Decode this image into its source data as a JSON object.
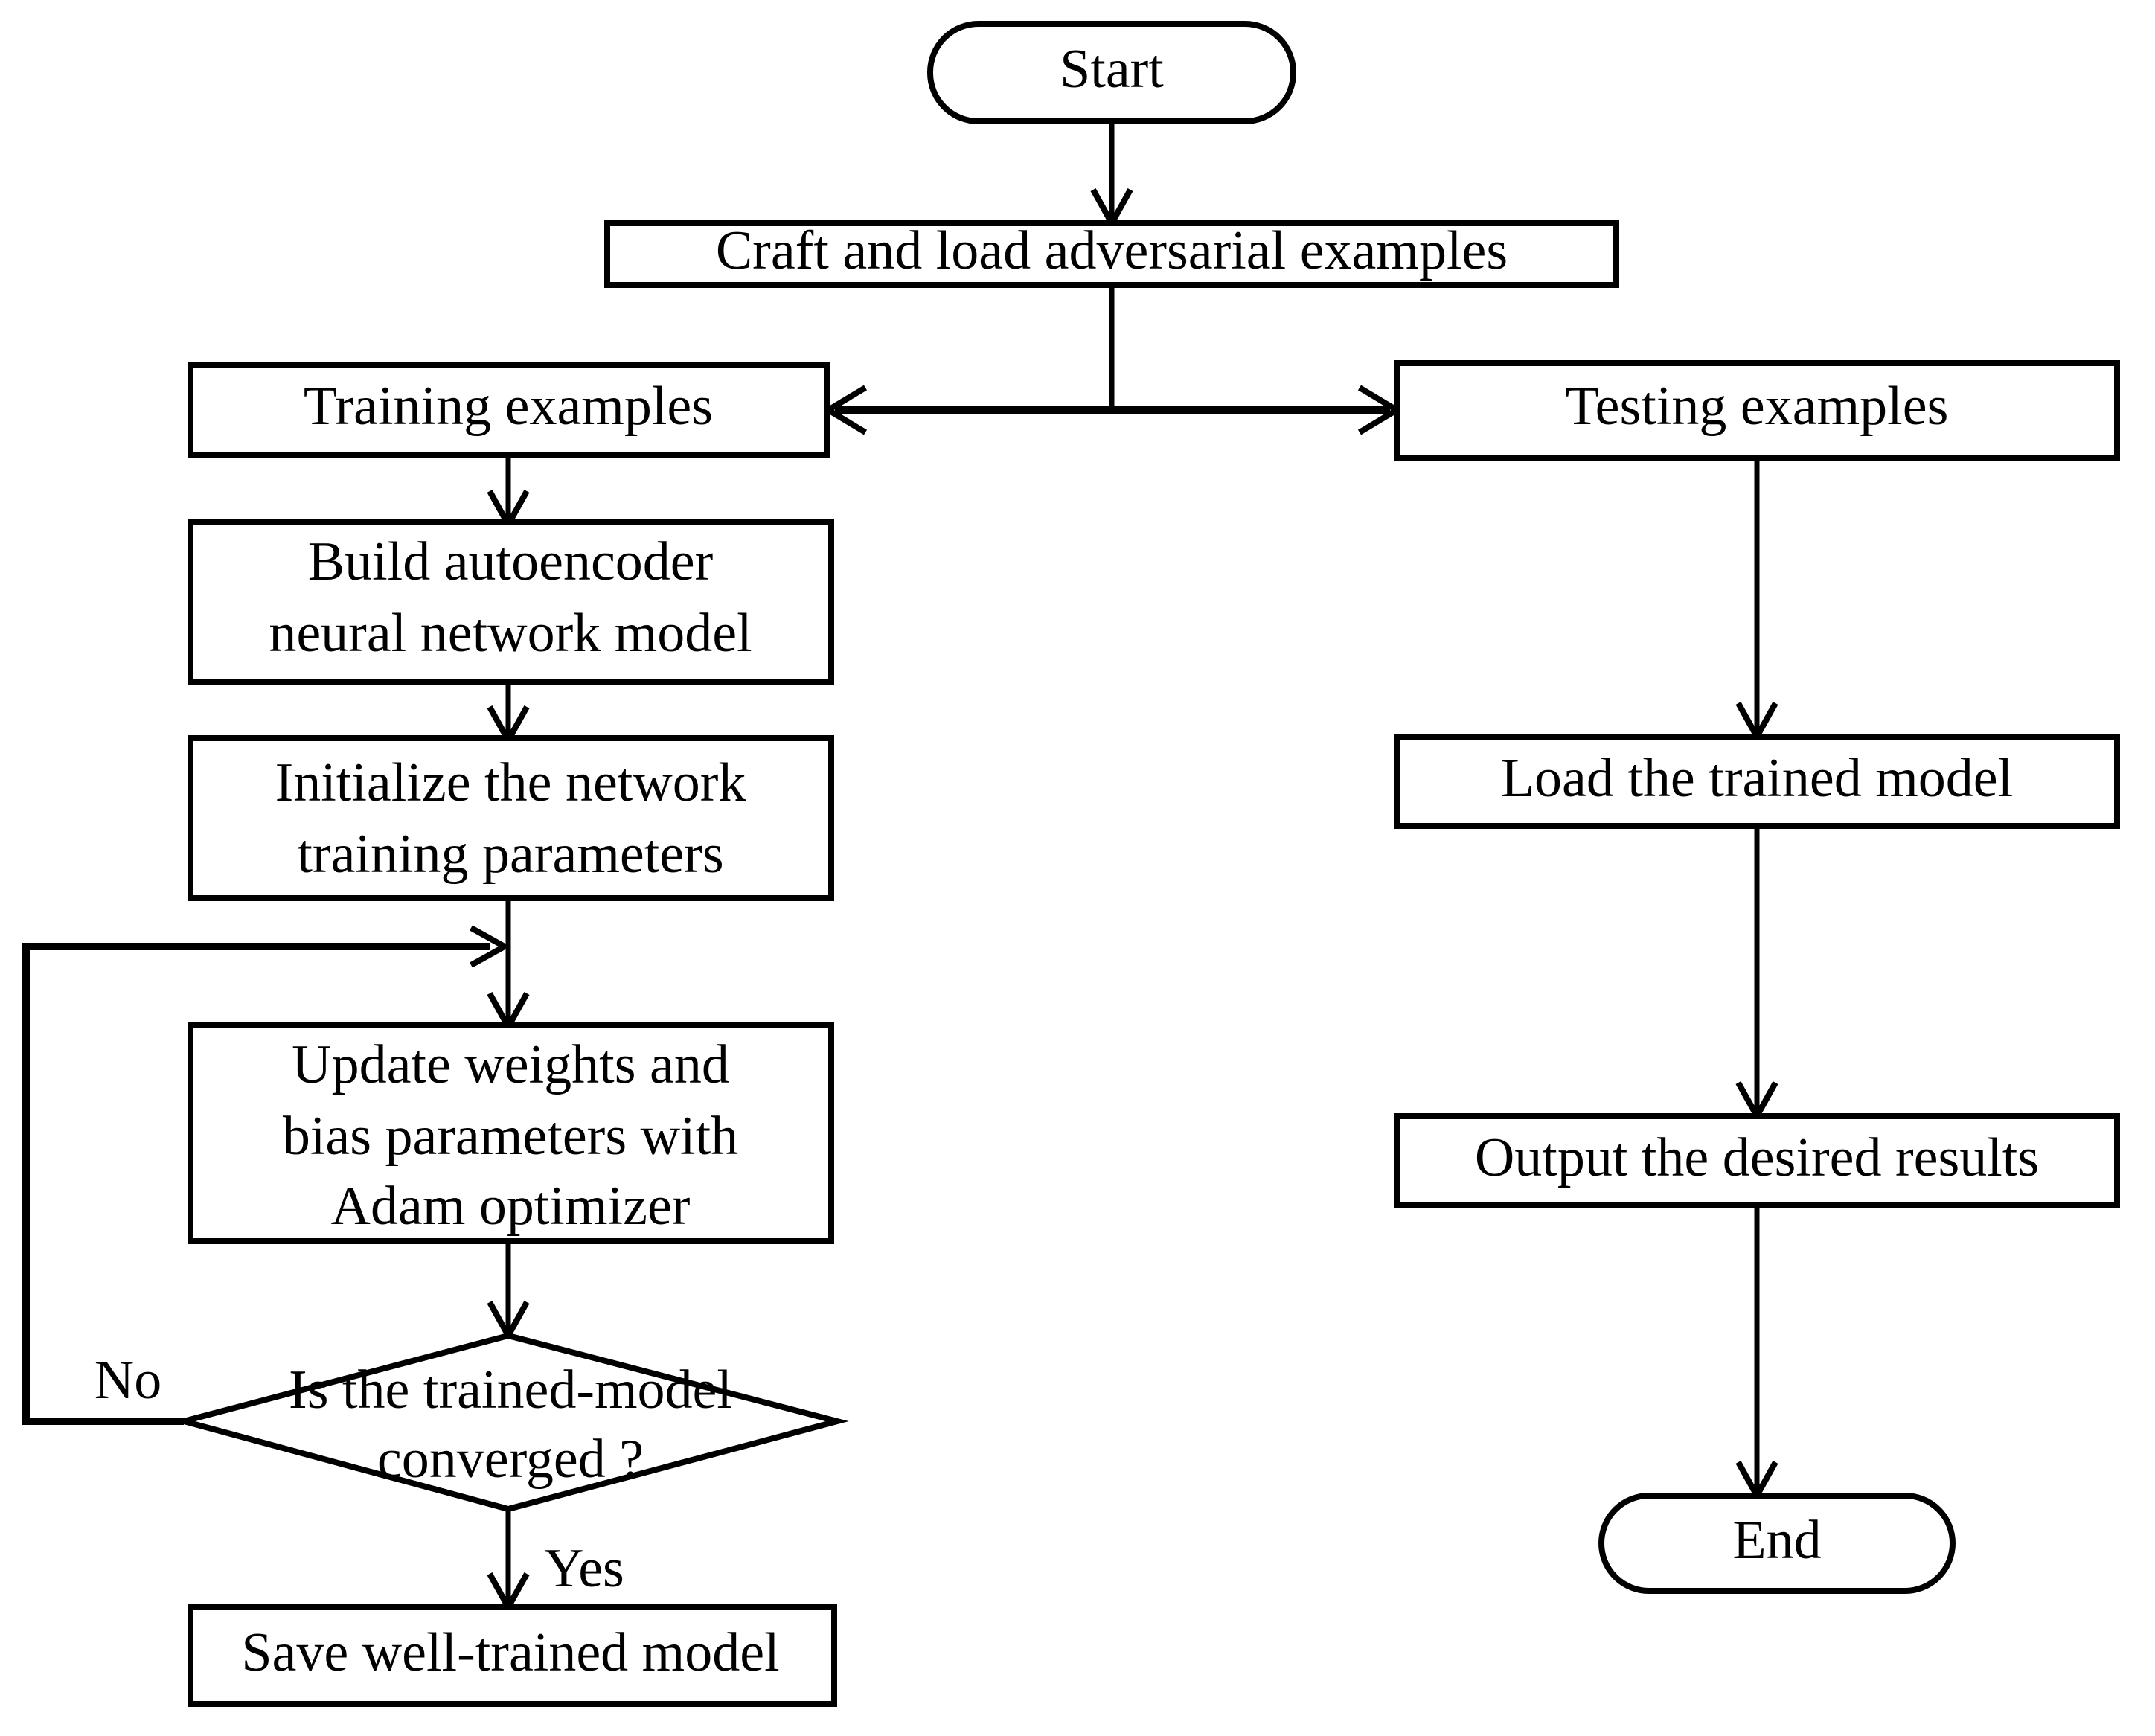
{
  "diagram": {
    "title": "Adversarial example autoencoder training and testing flowchart",
    "stroke_color": "#000000",
    "fill_color": "#ffffff",
    "background": "#ffffff"
  },
  "nodes": {
    "start": {
      "label": "Start",
      "shape": "terminator"
    },
    "craft": {
      "label": "Craft and load adversarial examples",
      "shape": "process"
    },
    "training_examples": {
      "label": "Training examples",
      "shape": "process"
    },
    "testing_examples": {
      "label": "Testing examples",
      "shape": "process"
    },
    "build_model_line1": {
      "label": "Build autoencoder",
      "shape": "process"
    },
    "build_model_line2": {
      "label": "neural network model",
      "shape": "process"
    },
    "init_params_line1": {
      "label": "Initialize the network",
      "shape": "process"
    },
    "init_params_line2": {
      "label": "training parameters",
      "shape": "process"
    },
    "update_weights_line1": {
      "label": "Update weights and",
      "shape": "process"
    },
    "update_weights_line2": {
      "label": "bias parameters with",
      "shape": "process"
    },
    "update_weights_line3": {
      "label": "Adam optimizer",
      "shape": "process"
    },
    "decision_line1": {
      "label": "Is the trained-model",
      "shape": "decision"
    },
    "decision_line2": {
      "label": "converged ?",
      "shape": "decision"
    },
    "save_model": {
      "label": "Save well-trained model",
      "shape": "process"
    },
    "load_model": {
      "label": "Load the trained model",
      "shape": "process"
    },
    "output_results": {
      "label": "Output the desired results",
      "shape": "process"
    },
    "end": {
      "label": "End",
      "shape": "terminator"
    }
  },
  "edge_labels": {
    "no": "No",
    "yes": "Yes"
  }
}
